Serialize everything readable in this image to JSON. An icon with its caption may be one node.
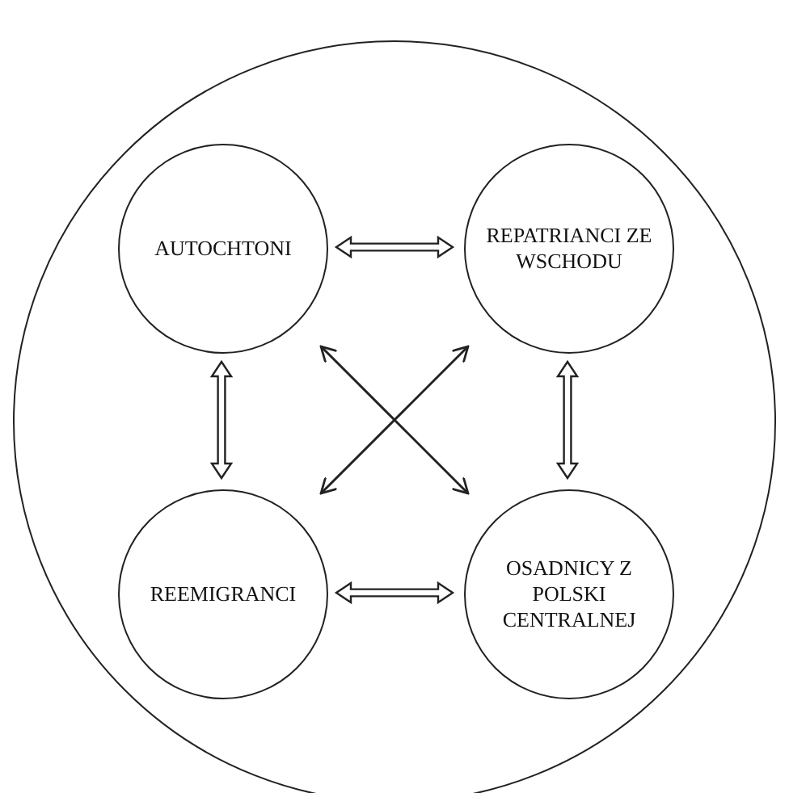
{
  "diagram": {
    "nodes": [
      {
        "text": [],
        "shape": "circle"
      },
      {
        "text": [
          "AUTOCHTONI"
        ],
        "in": 0
      },
      {
        "text": [
          "REPATRIANCI ZE WSCHODU"
        ],
        "in": 0
      },
      {
        "text": [
          "REEMIGRANCI"
        ],
        "in": 0
      },
      {
        "text": [
          "OSADNICY Z POLSKI CENTRALNEJ"
        ],
        "in": 0
      }
    ],
    "edges": [
      {
        "from": 1,
        "to": 2,
        "arrow": "both",
        "style": "thick"
      },
      {
        "from": 1,
        "to": 3,
        "arrow": "both",
        "style": "thick"
      },
      {
        "from": 2,
        "to": 4,
        "arrow": "both",
        "style": "thick"
      },
      {
        "from": 3,
        "to": 4,
        "arrow": "both",
        "style": "thick"
      },
      {
        "from": 1,
        "to": 4,
        "arrow": "both"
      },
      {
        "from": 2,
        "to": 3,
        "arrow": "both"
      }
    ]
  }
}
